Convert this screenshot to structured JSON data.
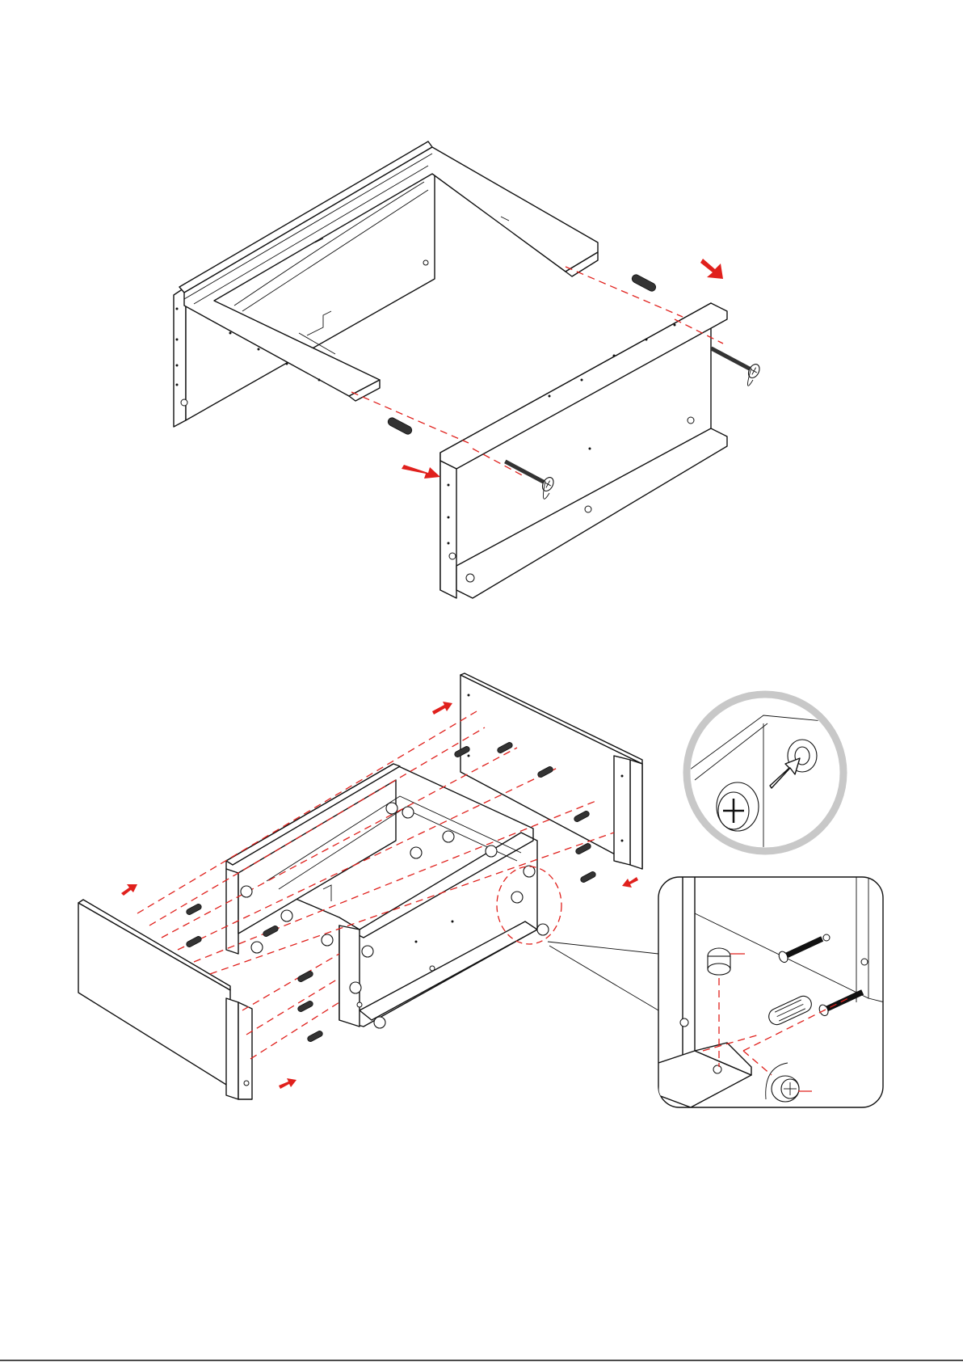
{
  "colors": {
    "line": "#111111",
    "accent": "#e0201c",
    "callout_ring": "#c8c8c8",
    "background": "#ffffff"
  },
  "step1": {
    "parts": [
      "frame-assembly",
      "side-panel",
      "wooden-dowel",
      "wood-screw"
    ]
  },
  "step2": {
    "parts": [
      "front-panel",
      "back-panel",
      "cam-bolt",
      "cam-lock",
      "wooden-dowel"
    ]
  },
  "callouts": [
    "cam-lock-orientation-detail",
    "cam-lock-assembly-detail"
  ]
}
